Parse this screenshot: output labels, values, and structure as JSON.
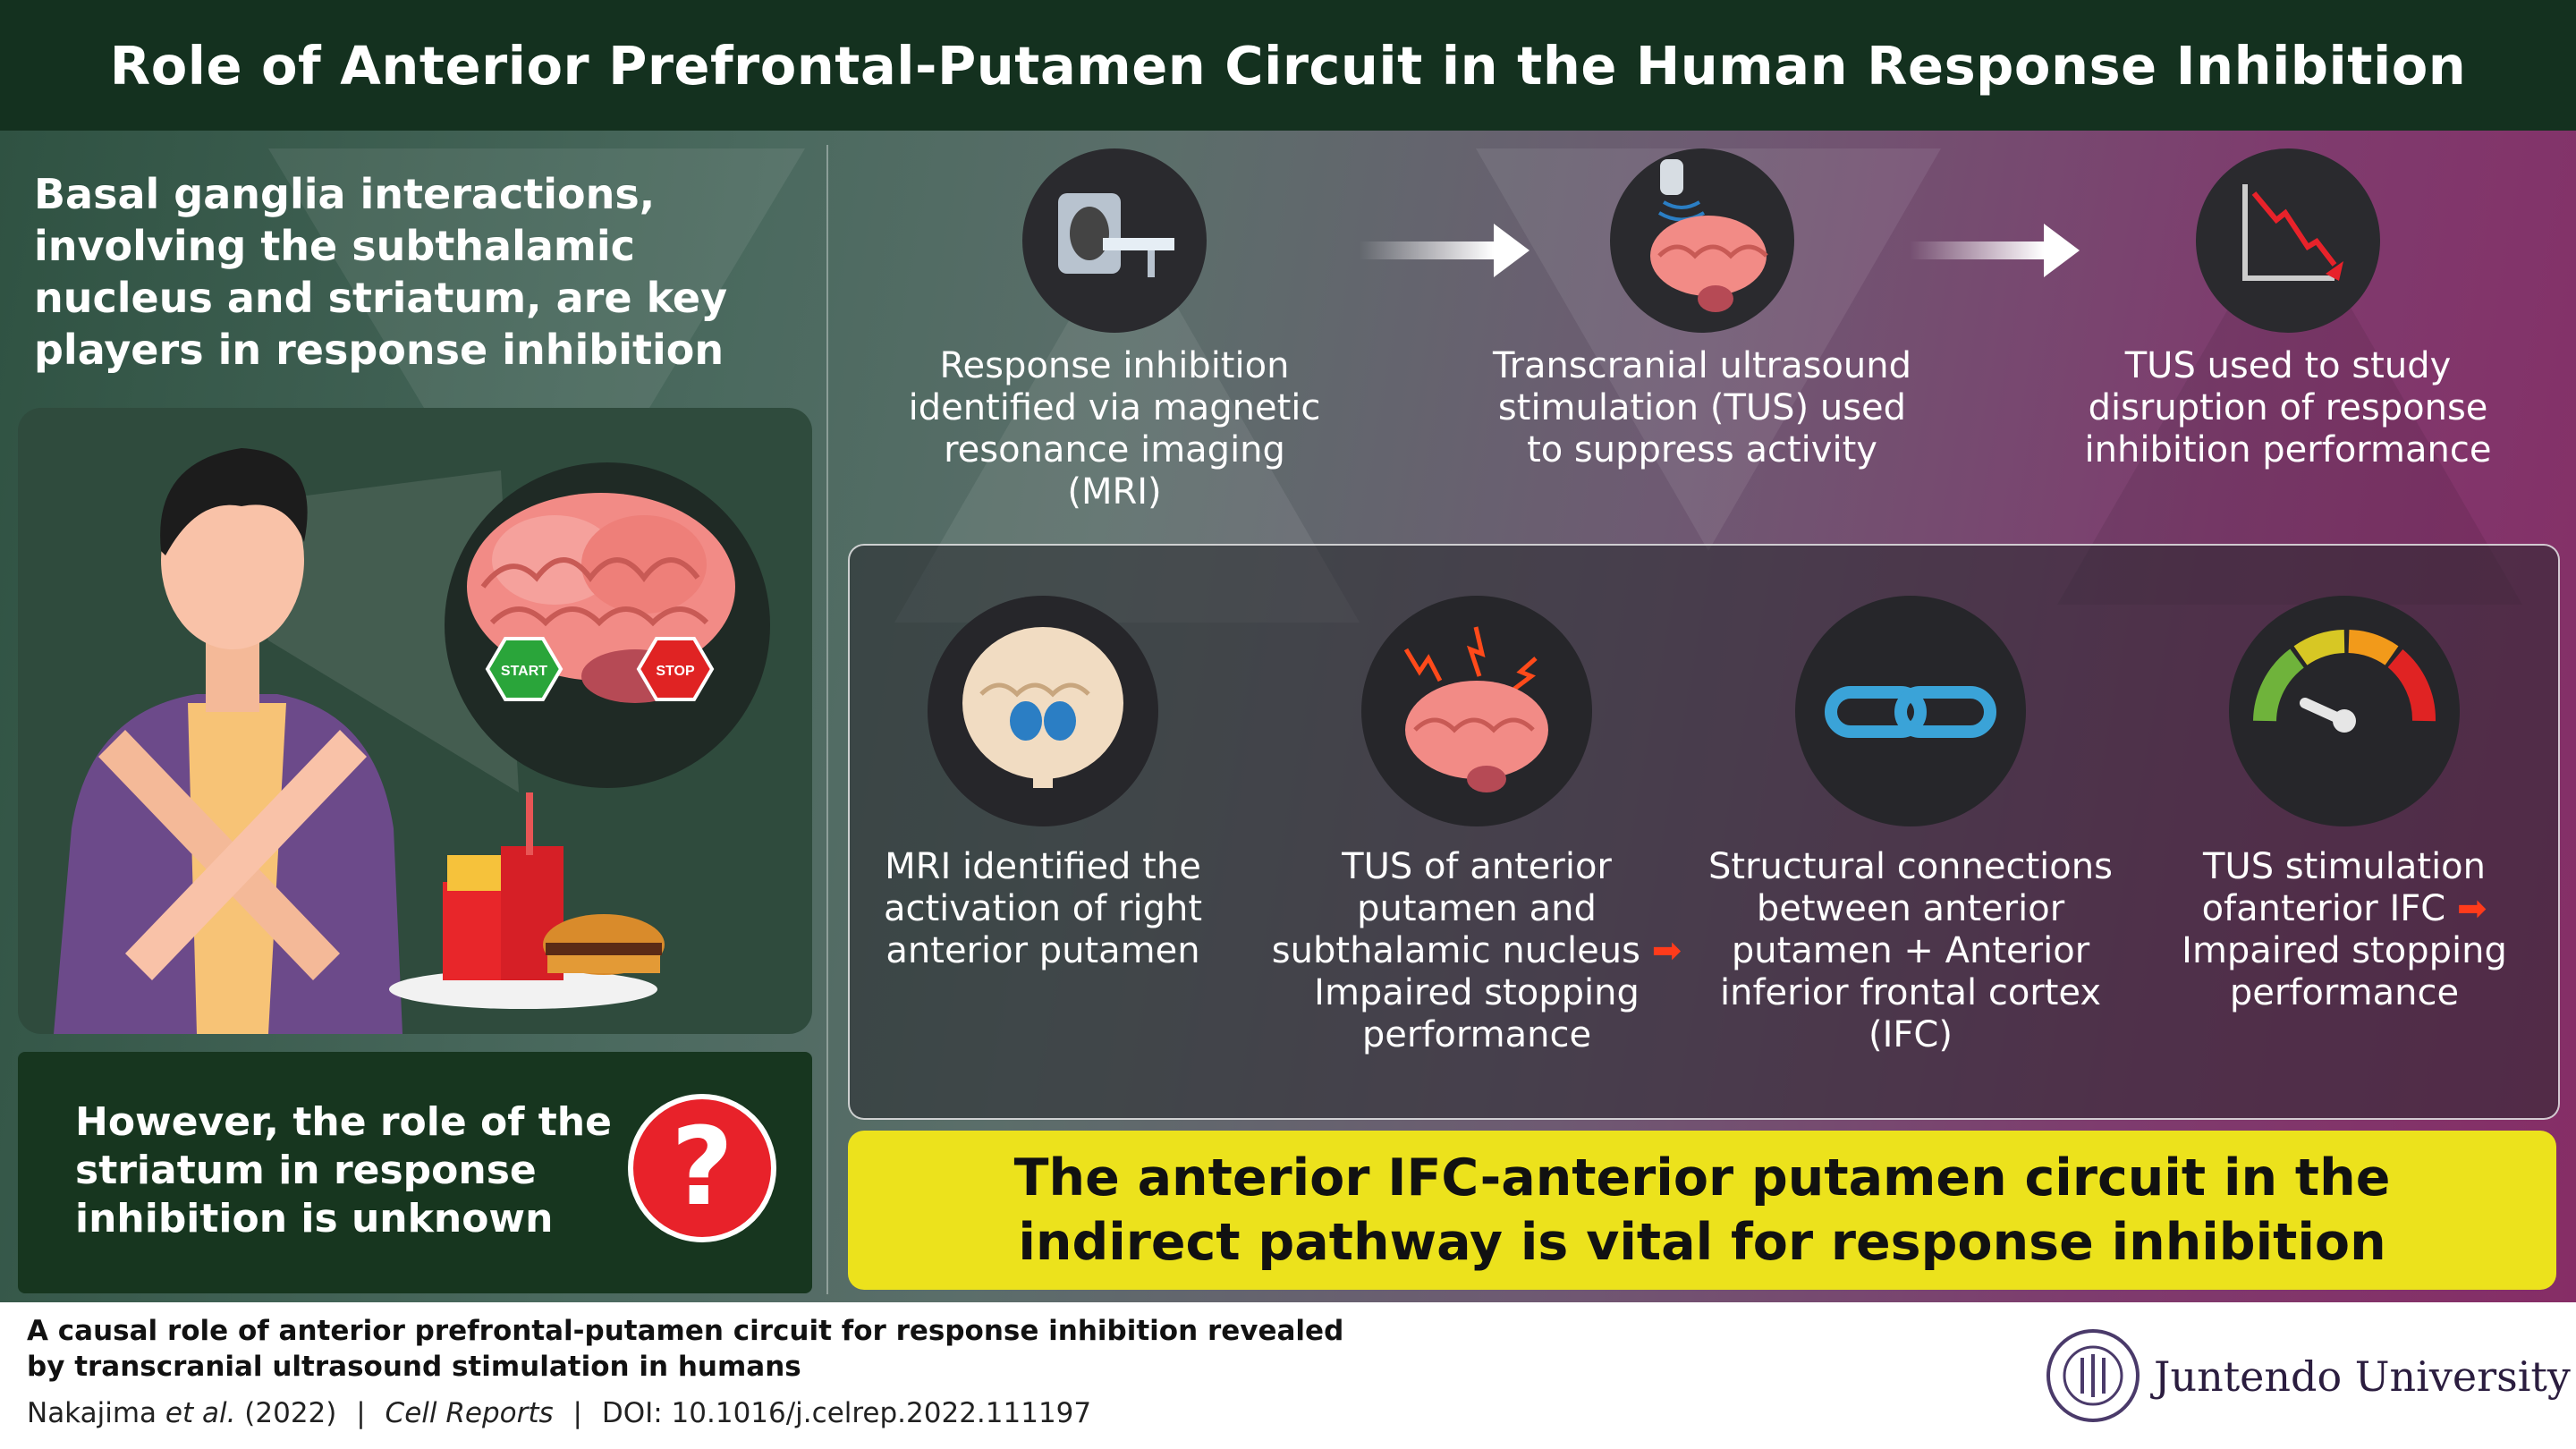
{
  "header": {
    "title": "Role of Anterior Prefrontal-Putamen Circuit in the Human Response Inhibition"
  },
  "intro": {
    "text": "Basal ganglia interactions, involving the subthalamic nucleus and striatum, are key players in response inhibition"
  },
  "scene": {
    "start_label": "START",
    "stop_label": "STOP"
  },
  "unknown": {
    "text": "However, the role of the striatum in response inhibition is unknown",
    "symbol": "?"
  },
  "steps": [
    {
      "text": "Response inhibition identified via magnetic resonance imaging (MRI)",
      "icon": "mri-scanner-icon"
    },
    {
      "text": "Transcranial ultrasound stimulation (TUS) used to suppress activity",
      "icon": "ultrasound-brain-icon"
    },
    {
      "text": "TUS used to study disruption of response inhibition performance",
      "icon": "declining-chart-icon"
    }
  ],
  "findings": [
    {
      "text": "MRI identified the activation of right anterior putamen",
      "icon": "brain-slice-icon"
    },
    {
      "text_before": "TUS of anterior putamen and subthalamic nucleus",
      "arrow": "➡",
      "text_after": "Impaired stopping performance",
      "icon": "stimulated-brain-icon"
    },
    {
      "text": "Structural connections between anterior putamen + Anterior inferior frontal cortex (IFC)",
      "icon": "chain-link-icon"
    },
    {
      "text_before": "TUS stimulation ofanterior IFC",
      "arrow": "➡",
      "text_after": "Impaired stopping performance",
      "icon": "gauge-icon"
    }
  ],
  "conclusion": {
    "text": "The anterior IFC-anterior putamen circuit in the indirect pathway is vital for response inhibition"
  },
  "footer": {
    "citation_title": "A causal role of anterior prefrontal-putamen circuit for response inhibition revealed by transcranial ultrasound stimulation in humans",
    "authors": "Nakajima",
    "etal": "et al.",
    "year": "(2022)",
    "sep": "|",
    "journal": "Cell Reports",
    "doi": "DOI: 10.1016/j.celrep.2022.111197",
    "university": "Juntendo University"
  },
  "colors": {
    "header_bg": "#14311f",
    "conclusion_bg": "#ece21c",
    "accent_red": "#e8222a",
    "accent_arrow": "#ff3b1b"
  }
}
